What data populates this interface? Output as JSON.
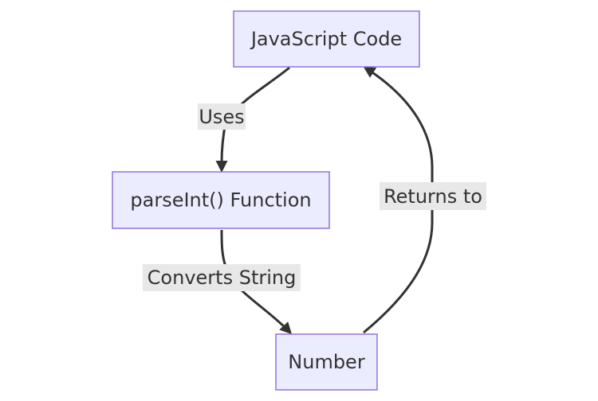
{
  "nodes": {
    "javascript_code": "JavaScript Code",
    "parseint_function": "parseInt() Function",
    "number": "Number"
  },
  "edges": {
    "uses": "Uses",
    "converts_string": "Converts String",
    "returns_to": "Returns to"
  },
  "colors": {
    "node_fill": "#ececff",
    "node_border": "#9370db",
    "edge": "#333333",
    "edge_label_background": "#e8e8e8"
  }
}
